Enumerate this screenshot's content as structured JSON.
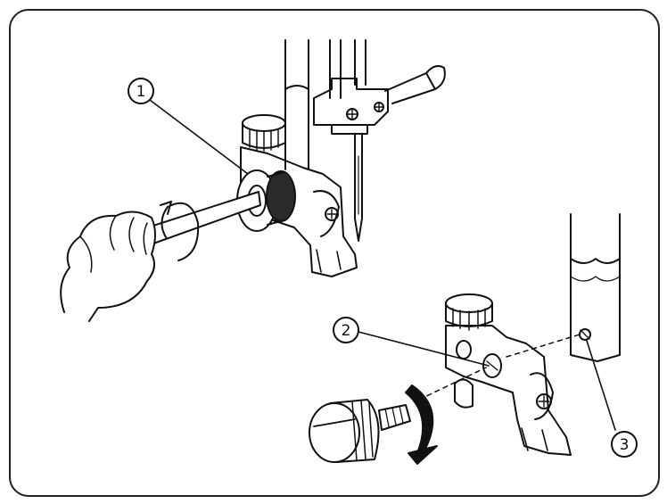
{
  "callouts": [
    {
      "label": "1"
    },
    {
      "label": "2"
    },
    {
      "label": "3"
    }
  ],
  "colors": {
    "stroke": "#111111",
    "fill_dark": "#2b2b2b",
    "background": "#ffffff"
  },
  "parts": [
    "presser-foot-holder",
    "thumb-screw",
    "screwdriver",
    "presser-bar",
    "needle",
    "needle-clamp",
    "rotation-arrow"
  ]
}
